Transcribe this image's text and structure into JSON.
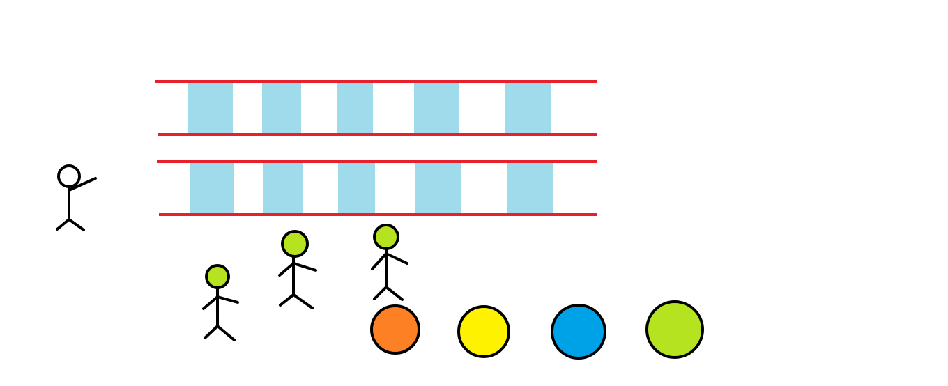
{
  "colors": {
    "background": "#ffffff",
    "rail": "#e8202c",
    "rung": "#9fdbea",
    "outline": "#000000",
    "coach_head": "#ffffff",
    "player_head": "#b5e31f",
    "ball_orange": "#fd8024",
    "ball_yellow": "#fff200",
    "ball_blue": "#00a2e7",
    "ball_green": "#b5e31f"
  },
  "ladders": [
    {
      "name": "ladder-top",
      "rungs": 5
    },
    {
      "name": "ladder-bottom",
      "rungs": 5
    }
  ],
  "figures": [
    {
      "name": "coach-figure",
      "role": "coach",
      "head": "white"
    },
    {
      "name": "player-figure",
      "role": "player",
      "head": "green"
    },
    {
      "name": "player-figure",
      "role": "player",
      "head": "green"
    },
    {
      "name": "player-figure",
      "role": "player",
      "head": "green"
    }
  ],
  "balls": [
    {
      "name": "orange-ball",
      "color": "orange"
    },
    {
      "name": "yellow-ball",
      "color": "yellow"
    },
    {
      "name": "blue-ball",
      "color": "blue"
    },
    {
      "name": "green-ball",
      "color": "green"
    }
  ]
}
